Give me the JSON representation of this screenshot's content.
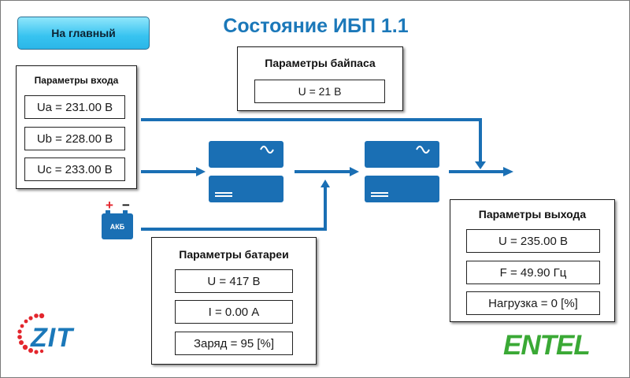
{
  "header": {
    "home_button": "На главный",
    "title": "Состояние ИБП 1.1"
  },
  "bypass": {
    "title": "Параметры байпаса",
    "u": "U = 21 В"
  },
  "input": {
    "title": "Параметры входа",
    "ua": "Ua = 231.00 В",
    "ub": "Ub = 228.00 В",
    "uc": "Uc = 233.00 В"
  },
  "battery_icon": {
    "label": "АКБ",
    "plus": "+",
    "minus": "−"
  },
  "battery": {
    "title": "Параметры батареи",
    "u": "U = 417 В",
    "i": "I = 0.00 А",
    "charge": "Заряд = 95 [%]"
  },
  "output": {
    "title": "Параметры выхода",
    "u": "U = 235.00 В",
    "f": "F = 49.90 Гц",
    "load": "Нагрузка = 0 [%]"
  },
  "logos": {
    "left": "ZIT",
    "right": "ENTEL"
  },
  "colors": {
    "accent": "#1b78b9",
    "flow_line": "#1a6fb4",
    "module": "#1a6fb4",
    "entel_green": "#3aa935",
    "zit_red": "#e3262d",
    "button": "#37c3f0"
  },
  "icons": [
    "sine-wave-icon",
    "dc-bars-icon",
    "battery-icon",
    "arrow-icon"
  ]
}
